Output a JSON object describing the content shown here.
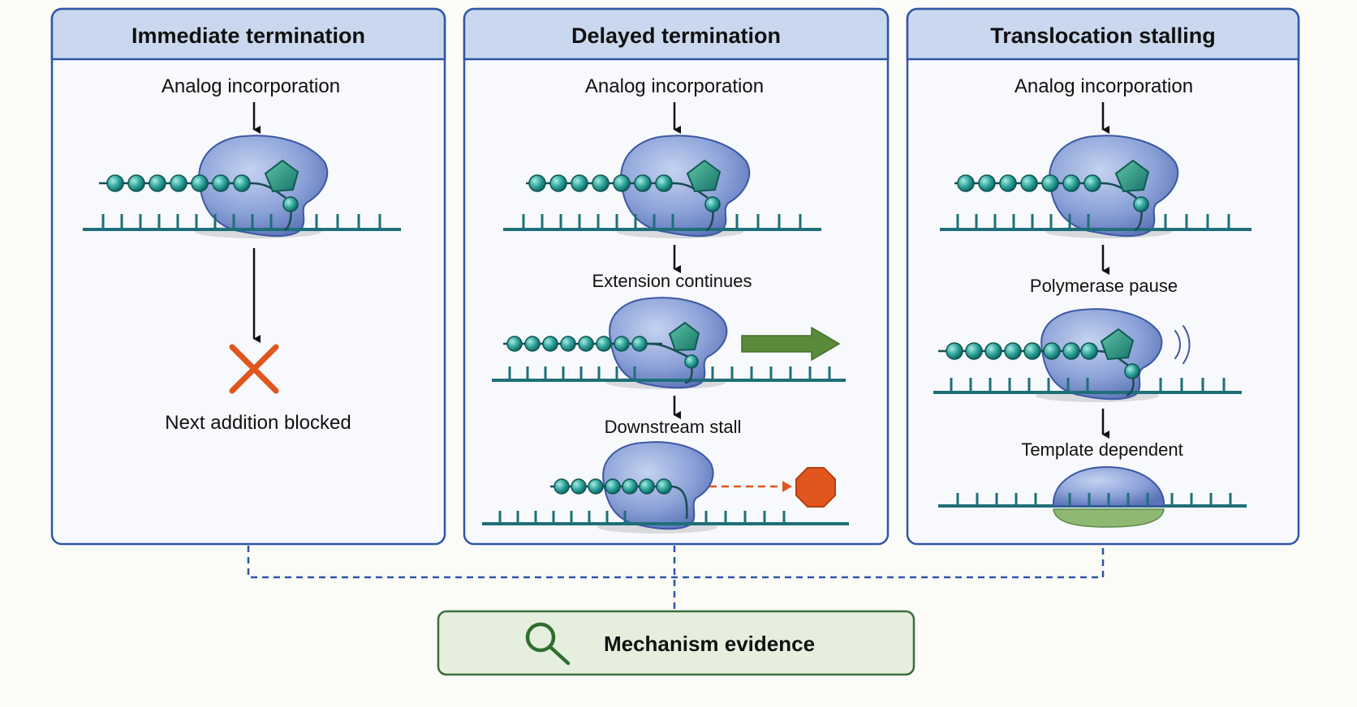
{
  "panels": [
    {
      "title": "Immediate termination",
      "steps": [
        "Analog incorporation",
        "Next addition blocked"
      ]
    },
    {
      "title": "Delayed termination",
      "steps": [
        "Analog incorporation",
        "Extension continues",
        "Downstream stall"
      ]
    },
    {
      "title": "Translocation stalling",
      "steps": [
        "Analog incorporation",
        "Polymerase pause",
        "Template dependent"
      ]
    }
  ],
  "evidence_box": {
    "label": "Mechanism evidence",
    "icon": "magnifier-icon"
  },
  "colors": {
    "panel_border": "#2f55a8",
    "header_fill": "#c9d8ee",
    "polymerase": "#7f96cf",
    "bead": "#2aa39a",
    "template": "#1e6f78",
    "block_x": "#e0561c",
    "stop": "#e0561c",
    "arrow_green": "#5a8a3a",
    "evidence_fill": "#e6efdd",
    "evidence_border": "#3c6e3c"
  }
}
